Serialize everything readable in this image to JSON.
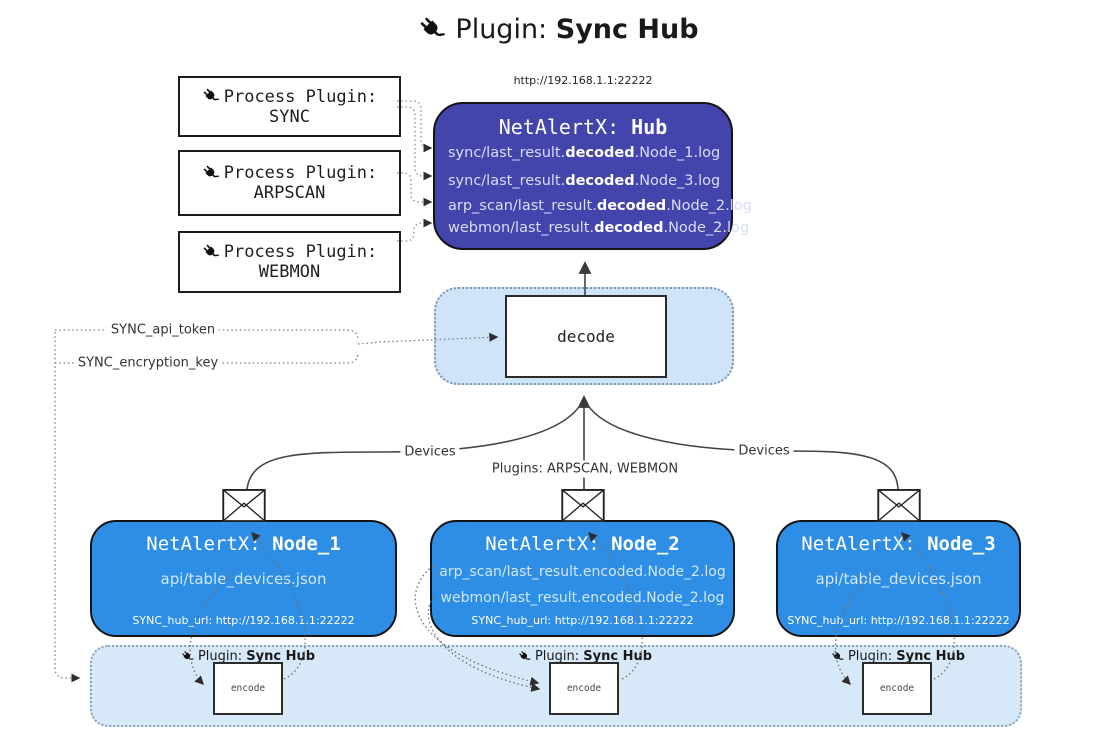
{
  "title": {
    "prefix": "Plugin:",
    "name": "Sync Hub"
  },
  "hub": {
    "url": "http://192.168.1.1:22222",
    "title_prefix": "NetAlertX:",
    "title_name": "Hub",
    "color": "#4444ad",
    "logs": [
      {
        "prefix": "sync/last_result.",
        "bold": "decoded",
        "suffix": ".Node_1.log"
      },
      {
        "prefix": "sync/last_result.",
        "bold": "decoded",
        "suffix": ".Node_3.log"
      },
      {
        "prefix": "arp_scan/last_result.",
        "bold": "decoded",
        "suffix": ".Node_2.log"
      },
      {
        "prefix": "webmon/last_result.",
        "bold": "decoded",
        "suffix": ".Node_2.log"
      }
    ]
  },
  "process_plugins": [
    {
      "label": "Process Plugin:",
      "name": "SYNC"
    },
    {
      "label": "Process Plugin:",
      "name": "ARPSCAN"
    },
    {
      "label": "Process Plugin:",
      "name": "WEBMON"
    }
  ],
  "decode": {
    "label": "decode"
  },
  "config": {
    "api_token": "SYNC_api_token",
    "encryption_key": "SYNC_encryption_key"
  },
  "edge_labels": {
    "devices_left": "Devices",
    "devices_right": "Devices",
    "plugins": "Plugins: ARPSCAN, WEBMON"
  },
  "nodes": [
    {
      "title_prefix": "NetAlertX:",
      "title_name": "Node_1",
      "color": "#2e8de4",
      "files": [
        "api/table_devices.json"
      ],
      "footer": "SYNC_hub_url: http://192.168.1.1:22222"
    },
    {
      "title_prefix": "NetAlertX:",
      "title_name": "Node_2",
      "color": "#2e8de4",
      "files": [
        "arp_scan/last_result.encoded.Node_2.log",
        "webmon/last_result.encoded.Node_2.log"
      ],
      "footer": "SYNC_hub_url: http://192.168.1.1:22222"
    },
    {
      "title_prefix": "NetAlertX:",
      "title_name": "Node_3",
      "color": "#2e8de4",
      "files": [
        "api/table_devices.json"
      ],
      "footer": "SYNC_hub_url: http://192.168.1.1:22222"
    }
  ],
  "band": {
    "plugin_prefix": "Plugin:",
    "plugin_name": "Sync Hub",
    "encode_label": "encode",
    "color": "#d7e8f8"
  }
}
